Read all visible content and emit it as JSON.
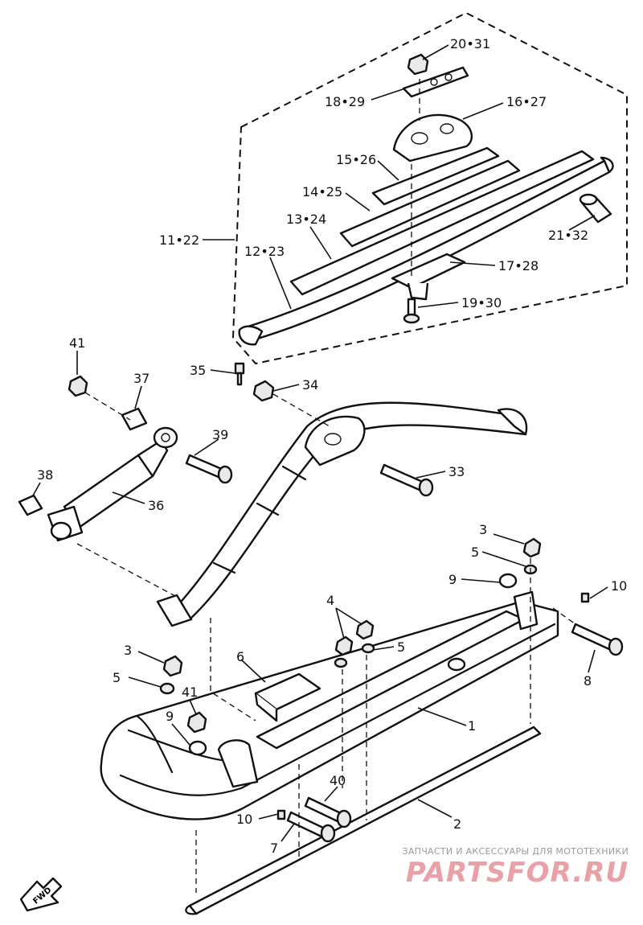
{
  "callouts": {
    "c20_31": "20•31",
    "c18_29": "18•29",
    "c16_27": "16•27",
    "c15_26": "15•26",
    "c14_25": "14•25",
    "c13_24": "13•24",
    "c11_22": "11•22",
    "c12_23": "12•23",
    "c21_32": "21•32",
    "c17_28": "17•28",
    "c19_30": "19•30",
    "c41_top": "41",
    "c37": "37",
    "c35": "35",
    "c34": "34",
    "c39": "39",
    "c38": "38",
    "c36": "36",
    "c33": "33",
    "c3_right": "3",
    "c5_right": "5",
    "c9_right": "9",
    "c10_right": "10",
    "c8": "8",
    "c4": "4",
    "c5_mid": "5",
    "c3_left": "3",
    "c6": "6",
    "c5_left": "5",
    "c41_low": "41",
    "c9_left": "9",
    "c1": "1",
    "c40": "40",
    "c10_left": "10",
    "c7": "7",
    "c2": "2"
  },
  "front_badge": "FWD",
  "watermark": {
    "caption": "ЗАПЧАСТИ И АКСЕССУАРЫ ДЛЯ МОТОТЕХНИКИ",
    "logo": "PARTSFOR.RU"
  }
}
